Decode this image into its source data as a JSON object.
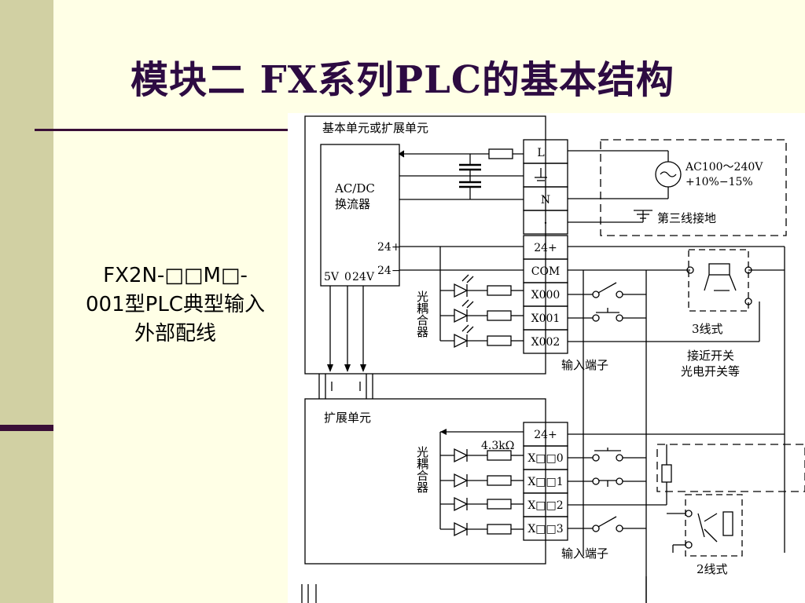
{
  "slide": {
    "title": "模块二  FX系列PLC的基本结构",
    "caption_lines": [
      "FX2N-□□M□-",
      "001型PLC典型输入",
      "外部配线"
    ]
  },
  "diagram": {
    "basic_unit_label": "基本单元或扩展单元",
    "acdc_label_line1": "AC/DC",
    "acdc_label_line2": "换流器",
    "plus24_internal": "24+",
    "minus24_internal": "24−",
    "volt_5v": "5V",
    "volt_0": "0",
    "volt_24v": "24V",
    "terminals_top": [
      "L",
      "N",
      "·",
      "24+",
      "COM",
      "X000",
      "X001",
      "X002"
    ],
    "power_line1": "AC100～240V",
    "power_line2": "+10%−15%",
    "ground_label": "第三线接地",
    "optocoupler_label": "光耦合器",
    "input_terminal_label": "输入端子",
    "three_wire_label": "3线式",
    "proximity_line1": "接近开关",
    "proximity_line2": "光电开关等",
    "extension_unit_label": "扩展单元",
    "resistor_label": "4.3kΩ",
    "terminals_bottom": [
      "24+",
      "X□□0",
      "X□□1",
      "X□□2",
      "X□□3"
    ],
    "two_wire_label": "2线式"
  }
}
